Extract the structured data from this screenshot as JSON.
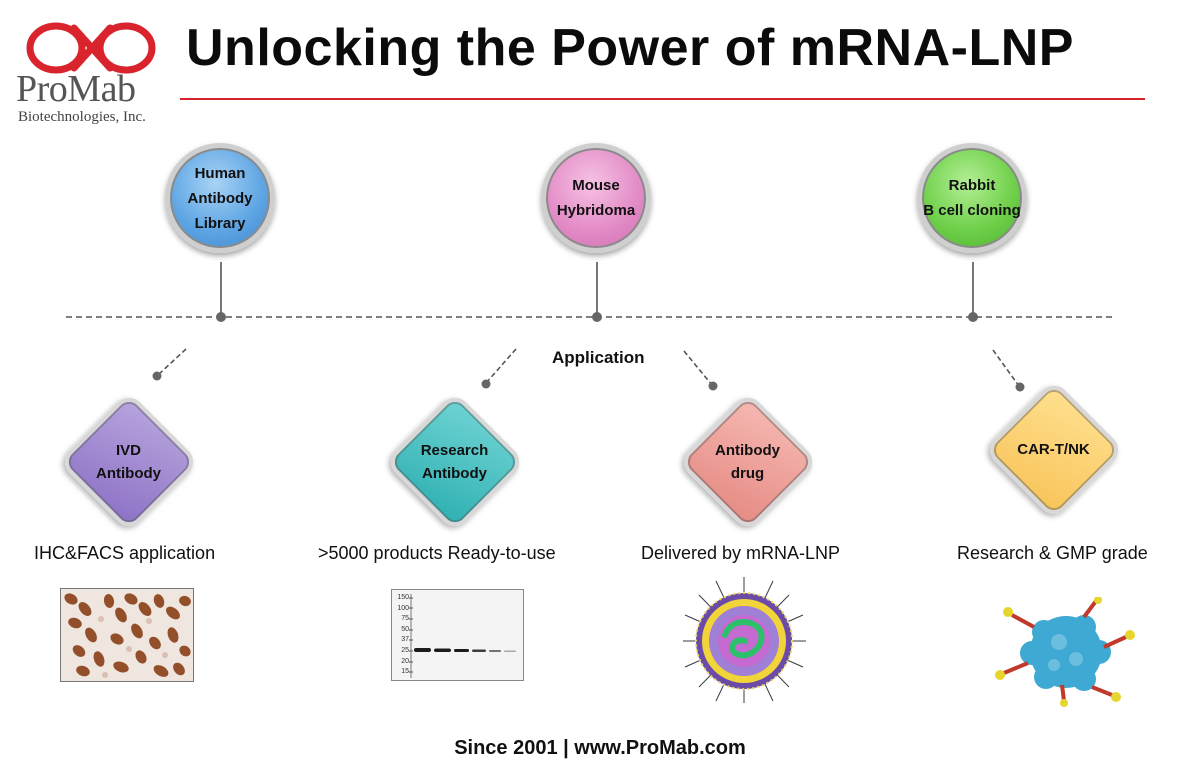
{
  "logo": {
    "name": "ProMab",
    "subtitle": "Biotechnologies, Inc."
  },
  "title": "Unlocking the Power of mRNA-LNP",
  "sources": [
    {
      "label": "Human\nAntibody\nLibrary",
      "color": "#5fa6e4"
    },
    {
      "label": "Mouse\nHybridoma",
      "color": "#e38dc7"
    },
    {
      "label": "Rabbit\nB cell cloning",
      "color": "#6fd04a"
    }
  ],
  "application_label": "Application",
  "applications": [
    {
      "label": "IVD\nAntibody",
      "description": "IHC&FACS application",
      "color": "#8d72c6",
      "image": "IHC staining micrograph"
    },
    {
      "label": "Research\nAntibody",
      "description": ">5000 products Ready-to-use",
      "color": "#2fb0b2",
      "image": "Western blot"
    },
    {
      "label": "Antibody\ndrug",
      "description": "Delivered by mRNA-LNP",
      "color": "#e58b84",
      "image": "mRNA-LNP particle"
    },
    {
      "label": "CAR-T/NK",
      "description": "Research & GMP grade",
      "color": "#f8c45a",
      "image": "CAR-T cell with antibodies"
    }
  ],
  "western_blot": {
    "markers": [
      "150",
      "100",
      "75",
      "50",
      "37",
      "25",
      "20",
      "15"
    ]
  },
  "footer": "Since 2001 | www.ProMab.com",
  "colors": {
    "accent_red": "#d9232d",
    "dashed_line": "#555555"
  }
}
